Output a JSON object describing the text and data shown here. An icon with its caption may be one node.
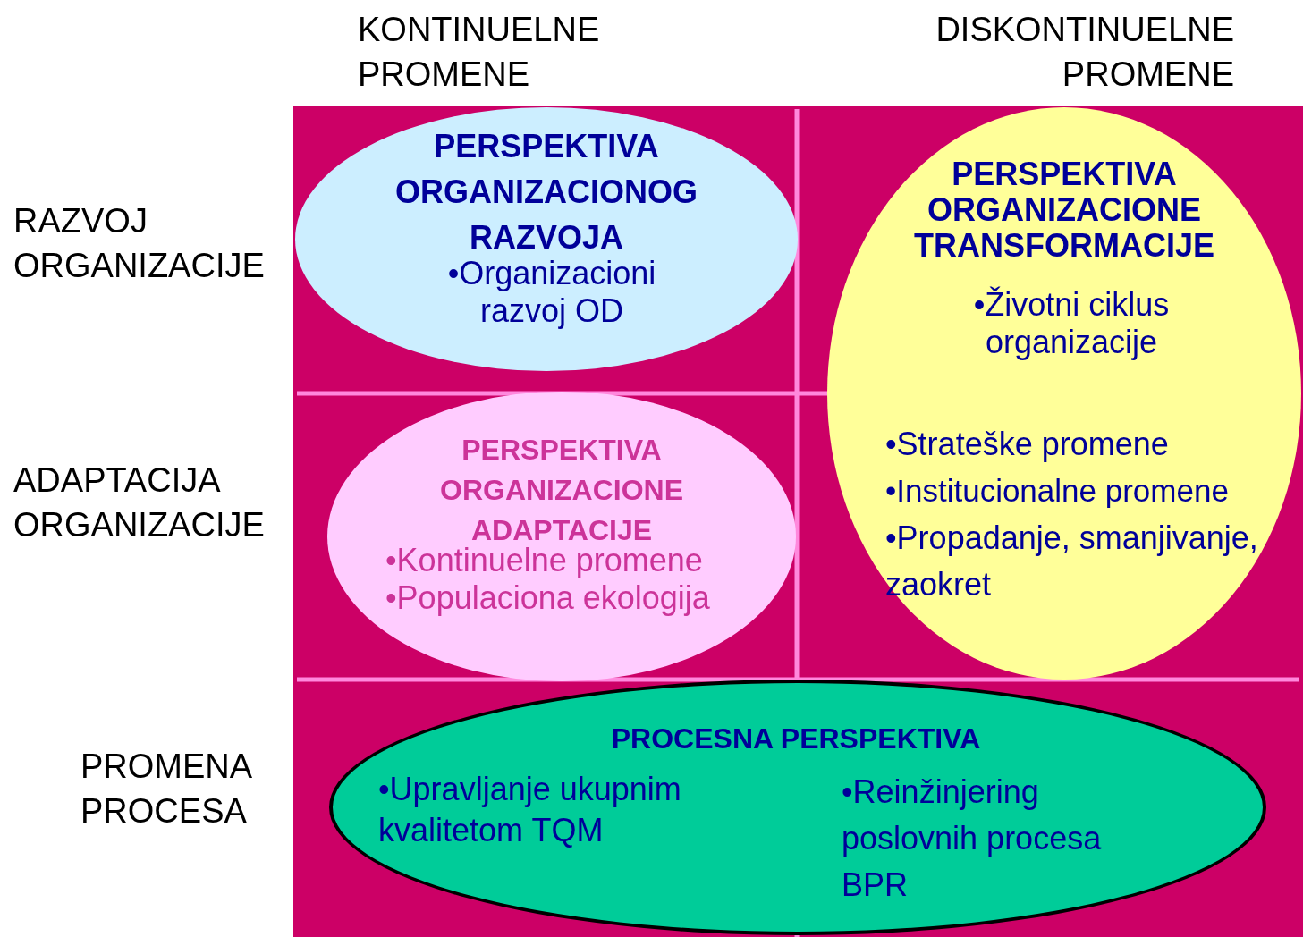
{
  "diagram": {
    "nodes": [
      {
        "text": [
          "PERSPEKTIVA ORGANIZACIONOG RAZVOJA",
          "•Organizacioni razvoj OD"
        ]
      },
      {
        "text": [
          "PERSPEKTIVA ORGANIZACIONE TRANSFORMACIJE",
          "•Životni ciklus organizacije",
          "•Strateške promene",
          "•Institucionalne promene",
          "•Propadanje, smanjivanje, zaokret"
        ]
      },
      {
        "text": [
          "PERSPEKTIVA ORGANIZACIONE ADAPTACIJE",
          "•Kontinuelne promene",
          "•Populaciona ekologija"
        ]
      },
      {
        "text": [
          "PROCESNA PERSPEKTIVA",
          "•Upravljanje ukupnim kvalitetom TQM",
          "•Reinžinjering poslovnih procesa BPR"
        ]
      }
    ],
    "edges": [],
    "labels": [
      "KONTINUELNE PROMENE",
      "DISKONTINUELNE PROMENE",
      "RAZVOJ ORGANIZACIJE",
      "ADAPTACIJA ORGANIZACIJE",
      "PROMENA PROCESA"
    ]
  }
}
